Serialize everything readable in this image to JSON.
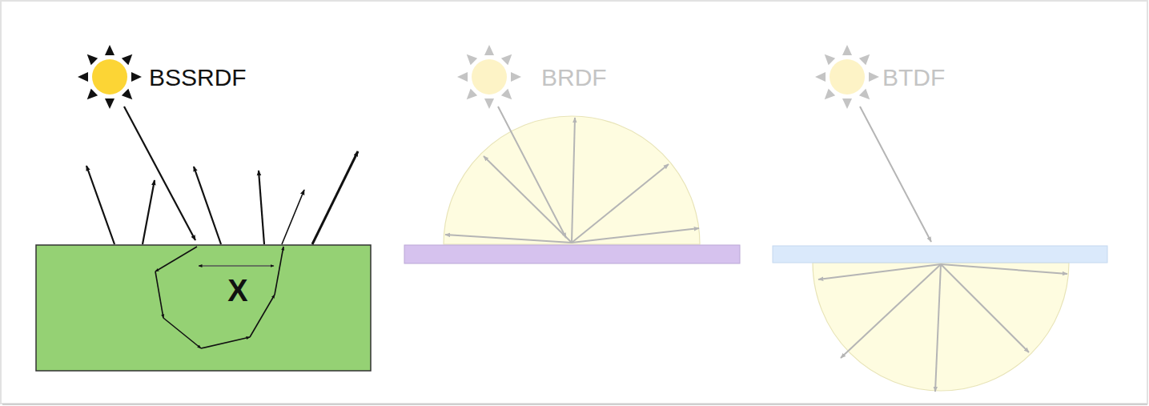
{
  "diagram": {
    "nodes": [
      {
        "text": [
          "X"
        ]
      }
    ],
    "labels": [
      "BSSRDF",
      "BRDF",
      "BTDF"
    ]
  }
}
